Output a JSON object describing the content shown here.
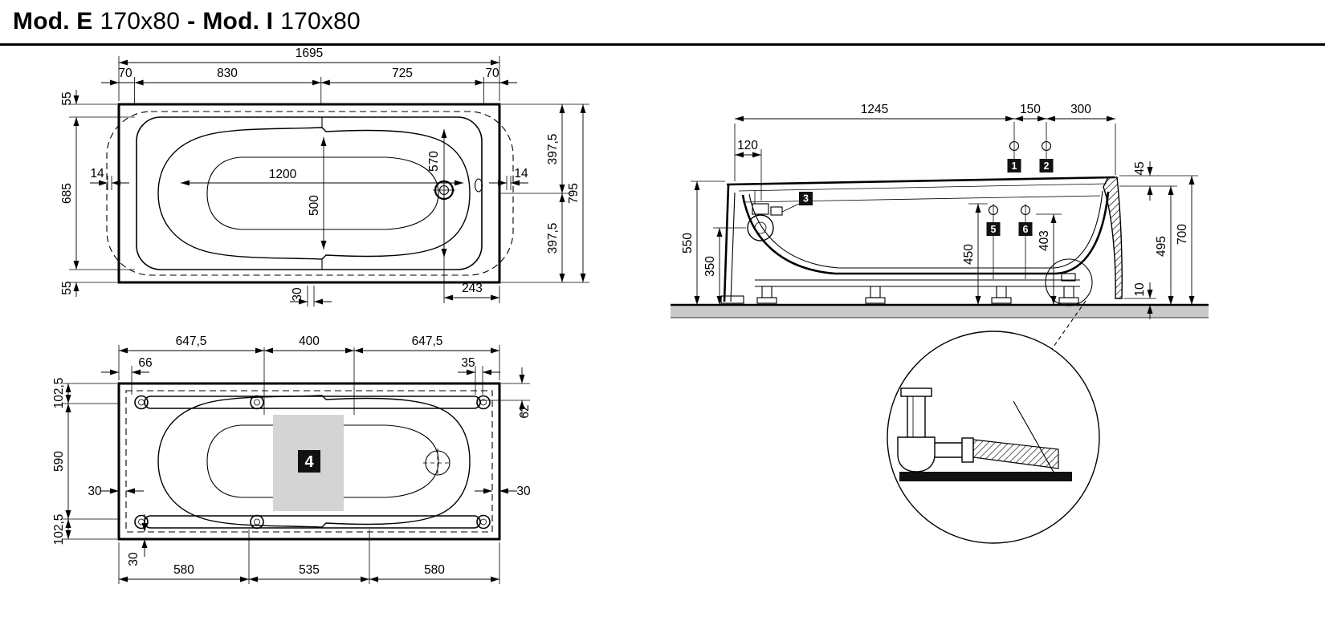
{
  "title": {
    "mod_e": "Mod. E",
    "size_e": "170x80",
    "sep": "-",
    "mod_i": "Mod. I",
    "size_i": "170x80"
  },
  "top_view": {
    "overall_length": "1695",
    "end_left": "70",
    "seg_830": "830",
    "seg_725": "725",
    "end_right": "70",
    "rim_55_top": "55",
    "inner_685": "685",
    "rim_55_bottom": "55",
    "inset_14_left": "14",
    "inset_14_right": "14",
    "inner_1200": "1200",
    "drain_570": "570",
    "mid_500": "500",
    "half_397_top": "397,5",
    "overall_795": "795",
    "half_397_bottom": "397,5",
    "offset_30": "30",
    "drain_243": "243"
  },
  "bottom_view": {
    "seg_647_left": "647,5",
    "seg_400": "400",
    "seg_647_right": "647,5",
    "edge_102_top": "102,5",
    "foot_66": "66",
    "foot_35": "35",
    "frame_62": "62",
    "mid_590": "590",
    "inset_30_left": "30",
    "inset_30_right": "30",
    "edge_102_bottom": "102,5",
    "inset_30_bottom": "30",
    "seg_580_left": "580",
    "seg_535": "535",
    "seg_580_right": "580",
    "marker_4": "4"
  },
  "side_view": {
    "top_1245": "1245",
    "top_150": "150",
    "top_300": "300",
    "left_120": "120",
    "right_45": "45",
    "h_550": "550",
    "h_350": "350",
    "h_450": "450",
    "h_403": "403",
    "h_495": "495",
    "h_700": "700",
    "gap_10": "10",
    "marker_1": "1",
    "marker_2": "2",
    "marker_3": "3",
    "marker_5": "5",
    "marker_6": "6"
  }
}
